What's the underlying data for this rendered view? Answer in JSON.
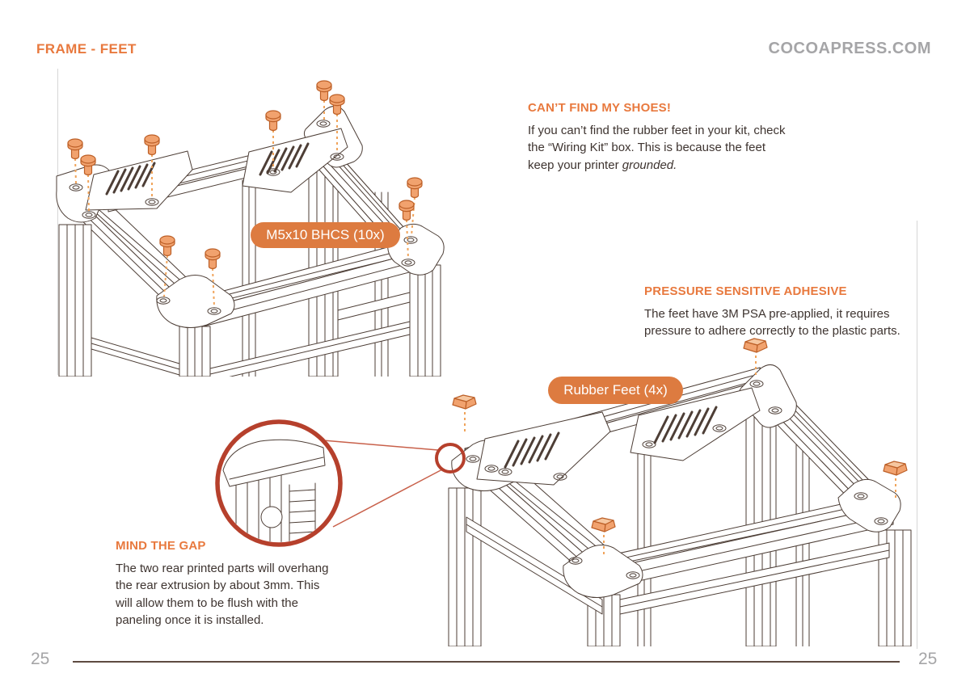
{
  "header": {
    "title": "FRAME - FEET",
    "site": "COCOAPRESS.COM"
  },
  "callouts": {
    "screws": "M5x10 BHCS (10x)",
    "feet": "Rubber Feet (4x)"
  },
  "notes": {
    "shoes": {
      "title": "CAN’T FIND MY SHOES!",
      "line1": "If you can’t find the rubber feet in your kit, check",
      "line2": "the “Wiring Kit” box.  This is because the feet",
      "line3_prefix": "keep your printer ",
      "line3_italic": "grounded."
    },
    "adhesive": {
      "title": "PRESSURE SENSITIVE ADHESIVE",
      "line1": "The feet have 3M PSA pre-applied, it requires",
      "line2": "pressure to adhere correctly to the plastic parts."
    },
    "gap": {
      "title": "MIND THE GAP",
      "line1": "The two rear printed parts will overhang",
      "line2": "the rear extrusion by about 3mm. This",
      "line3": "will allow them to be flush with the",
      "line4": "paneling once it is installed."
    }
  },
  "footer": {
    "page_left": "25",
    "page_right": "25"
  },
  "icons": {
    "screw": "button-head-screw-icon",
    "foot": "rubber-foot-icon",
    "magnifier": "detail-zoom-circle"
  },
  "colors": {
    "accent": "#E8793E",
    "pill": "#DD7B40",
    "body_text": "#3E3430",
    "muted": "#A5A5A7",
    "line_drawing": "#4D3E36",
    "detail_circle": "#B6402C",
    "footer_line": "#5E4B41",
    "screw_fill": "#F1A26E",
    "screw_stroke": "#BC5F27",
    "leader": "#F0A45B",
    "rule": "#D6D6D6"
  }
}
